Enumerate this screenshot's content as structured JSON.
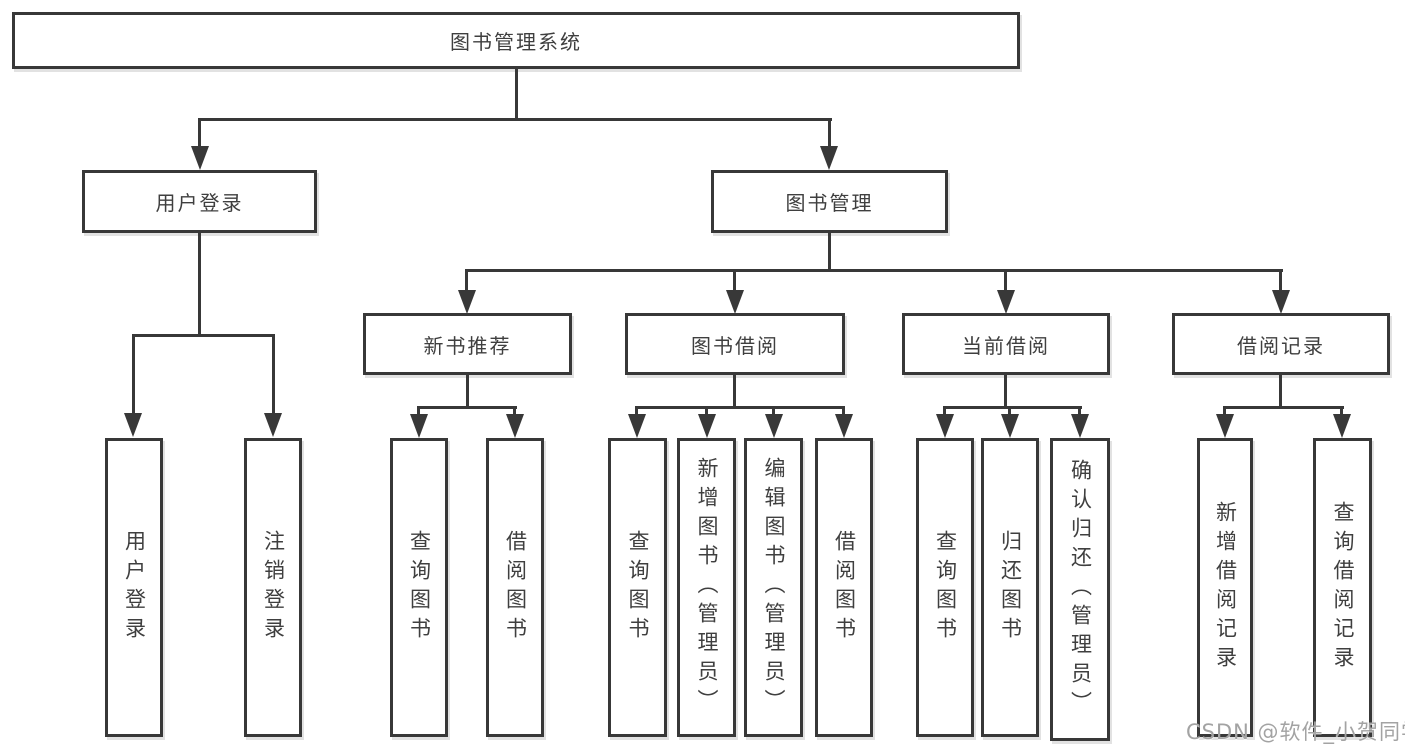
{
  "tree": {
    "root": {
      "label": "图书管理系统"
    },
    "branches": [
      {
        "label": "用户登录",
        "children": [
          {
            "label": "用户登录"
          },
          {
            "label": "注销登录"
          }
        ]
      },
      {
        "label": "图书管理",
        "children": [
          {
            "label": "新书推荐",
            "children": [
              {
                "label": "查询图书"
              },
              {
                "label": "借阅图书"
              }
            ]
          },
          {
            "label": "图书借阅",
            "children": [
              {
                "label": "查询图书"
              },
              {
                "label": "新增图书（管理员）"
              },
              {
                "label": "编辑图书（管理员）"
              },
              {
                "label": "借阅图书"
              }
            ]
          },
          {
            "label": "当前借阅",
            "children": [
              {
                "label": "查询图书"
              },
              {
                "label": "归还图书"
              },
              {
                "label": "确认归还（管理员）"
              }
            ]
          },
          {
            "label": "借阅记录",
            "children": [
              {
                "label": "新增借阅记录"
              },
              {
                "label": "查询借阅记录"
              }
            ]
          }
        ]
      }
    ]
  },
  "watermark": {
    "text": "CSDN @软件_小贺同学"
  },
  "colors": {
    "line": "#383838",
    "text": "#3f3f3f",
    "background": "#ffffff",
    "watermark": "#a3a3a3"
  }
}
